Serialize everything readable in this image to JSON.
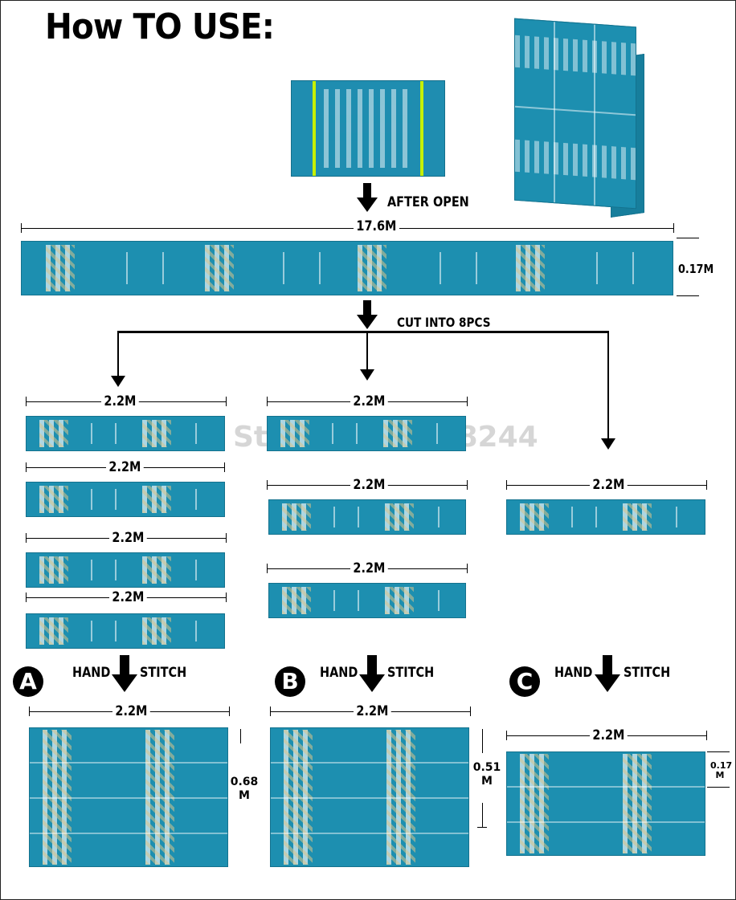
{
  "title": "How TO USE:",
  "steps": {
    "after_open": "AFTER OPEN",
    "cut_into": "CUT INTO 8PCS",
    "hand": "HAND",
    "stitch": "STITCH"
  },
  "dimensions": {
    "full_length": "17.6M",
    "full_width": "0.17M",
    "piece_length": "2.2M",
    "a_height_line1": "0.68",
    "a_height_line2": "M",
    "b_height_line1": "0.51",
    "b_height_line2": "M",
    "c_height_line1": "0.17",
    "c_height_line2": "M"
  },
  "options": {
    "a": "A",
    "b": "B",
    "c": "C"
  },
  "watermark": "Store No: 1748244",
  "colors": {
    "fabric": "#1d8fb0",
    "band": "#c6f000",
    "text": "#000000"
  }
}
